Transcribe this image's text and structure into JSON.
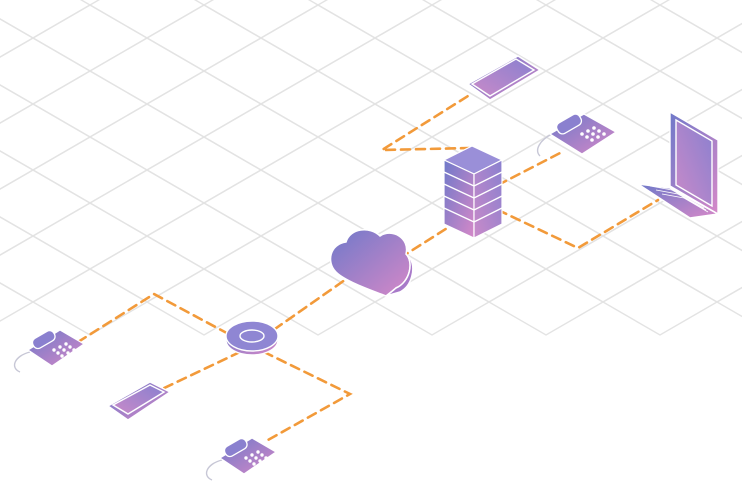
{
  "scene": {
    "description_labels": [],
    "colors": {
      "background": "#ffffff",
      "grid_line": "#e3e3e3",
      "connection_line": "#f29a3a",
      "device_gradient_start": "#6f79c9",
      "device_gradient_end": "#d588c8",
      "device_outline": "#ffffff"
    },
    "devices": [
      {
        "id": "cloud",
        "icon": "cloud-icon"
      },
      {
        "id": "server",
        "icon": "server-rack-icon"
      },
      {
        "id": "router",
        "icon": "wifi-router-icon"
      },
      {
        "id": "laptop",
        "icon": "laptop-icon"
      },
      {
        "id": "smartphone-top",
        "icon": "smartphone-icon"
      },
      {
        "id": "smartphone-bottom",
        "icon": "smartphone-icon"
      },
      {
        "id": "desk-phone-top",
        "icon": "desk-phone-icon"
      },
      {
        "id": "desk-phone-left",
        "icon": "desk-phone-icon"
      },
      {
        "id": "desk-phone-bottom",
        "icon": "desk-phone-icon"
      }
    ],
    "connections": [
      {
        "from": "router",
        "to": "cloud"
      },
      {
        "from": "cloud",
        "to": "server"
      },
      {
        "from": "server",
        "to": "smartphone-top"
      },
      {
        "from": "server",
        "to": "desk-phone-top"
      },
      {
        "from": "server",
        "to": "laptop"
      },
      {
        "from": "router",
        "to": "desk-phone-left"
      },
      {
        "from": "router",
        "to": "smartphone-bottom"
      },
      {
        "from": "router",
        "to": "desk-phone-bottom"
      }
    ]
  }
}
